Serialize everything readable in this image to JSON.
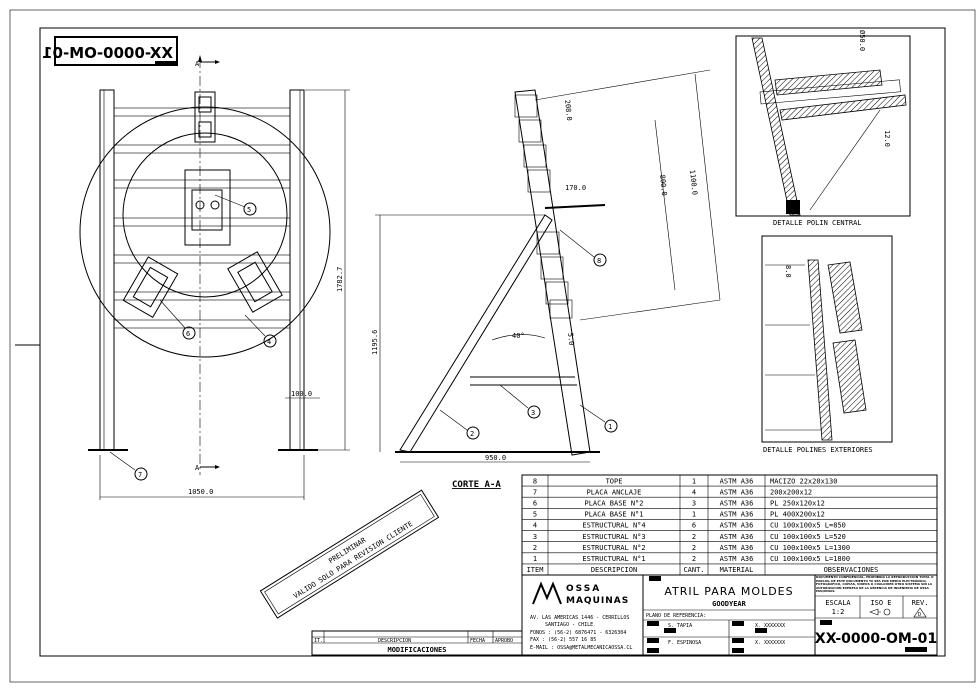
{
  "drawing_code_mirrored": "XX-0000-OM-01",
  "section_marker": "A",
  "front_view": {
    "dims": {
      "height": "1782.7",
      "width": "1050.0",
      "post": "100.0"
    },
    "callouts": [
      "5",
      "6",
      "4",
      "7"
    ]
  },
  "side_view": {
    "title": "CORTE A-A",
    "dims": {
      "base": "950.0",
      "height": "1195.6",
      "angle": "40°",
      "d800": "800.0",
      "d1100": "1100.0",
      "d208": "208.0",
      "d170": "170.0",
      "d5": "5.0"
    },
    "callouts": [
      "8",
      "1",
      "2",
      "3"
    ]
  },
  "details": {
    "central": {
      "title": "DETALLE POLIN CENTRAL",
      "dim_a": "Ø50.0",
      "dim_b": "12.0"
    },
    "exterior": {
      "title": "DETALLE POLINES EXTERIORES",
      "dim_a": "8.0"
    }
  },
  "stamp": {
    "line1": "PRELIMINAR",
    "line2": "VALIDO SOLO PARA REVISION CLIENTE"
  },
  "modifications": {
    "title": "MODIFICACIONES",
    "headers": [
      "IT.",
      "DESCRIPCION",
      "FECHA",
      "APROBO"
    ]
  },
  "bom": {
    "headers": [
      "ITEM",
      "DESCRIPCION",
      "CANT.",
      "MATERIAL",
      "OBSERVACIONES"
    ],
    "rows": [
      [
        "8",
        "TOPE",
        "1",
        "ASTM A36",
        "MACIZO 22x20x130"
      ],
      [
        "7",
        "PLACA ANCLAJE",
        "4",
        "ASTM A36",
        "200x200x12"
      ],
      [
        "6",
        "PLACA BASE N°2",
        "3",
        "ASTM A36",
        "PL 250x120x12"
      ],
      [
        "5",
        "PLACA BASE N°1",
        "1",
        "ASTM A36",
        "PL 400X200x12"
      ],
      [
        "4",
        "ESTRUCTURAL N°4",
        "6",
        "ASTM A36",
        "CU 100x100x5 L=850"
      ],
      [
        "3",
        "ESTRUCTURAL N°3",
        "2",
        "ASTM A36",
        "CU 100x100x5 L=520"
      ],
      [
        "2",
        "ESTRUCTURAL N°2",
        "2",
        "ASTM A36",
        "CU 100x100x5 L=1300"
      ],
      [
        "1",
        "ESTRUCTURAL N°1",
        "2",
        "ASTM A36",
        "CU 100x100x5 L=1800"
      ]
    ]
  },
  "title_block": {
    "logo": {
      "line1": "OSSA",
      "line2": "MAQUINAS"
    },
    "address": [
      "AV. LAS AMERICAS 1446 - CERRILLOS",
      "SANTIAGO - CHILE",
      "FONOS : (56-2) 6876471 - 6326304",
      "FAX   : (56-2) 557 16 85",
      "E-MAIL : OSSA@METALMECANICAOSSA.CL"
    ],
    "title": "ATRIL PARA MOLDES",
    "client": "GOODYEAR",
    "reference_label": "PLANO DE REFERENCIA:",
    "drawn_by": "S. TAPIA",
    "checked_by": "F. ESPINOSA",
    "date1": "X. XXXXXXX",
    "date2": "X. XXXXXXX",
    "legal": "DOCUMENTO CONFIDENCIAL. PROHIBIDA LA REPRODUCCION TOTAL O PARCIAL DE ESTE DOCUMENTO YA SEA POR MEDIO ELECTRONICO, FOTOGRAFICO, COPIAS, VIDEOS O CUALQUIER OTRO SISTEMA SIN LA AUTORIZACION EXPRESA DE LA GERENCIA DE INGENIERIA DE OSSA MAQUINAS.",
    "scale_label": "ESCALA",
    "scale_value": "1:2",
    "projection_label": "ISO E",
    "rev_label": "REV.",
    "rev_value": "D",
    "drawing_number": "XX-0000-OM-01"
  }
}
